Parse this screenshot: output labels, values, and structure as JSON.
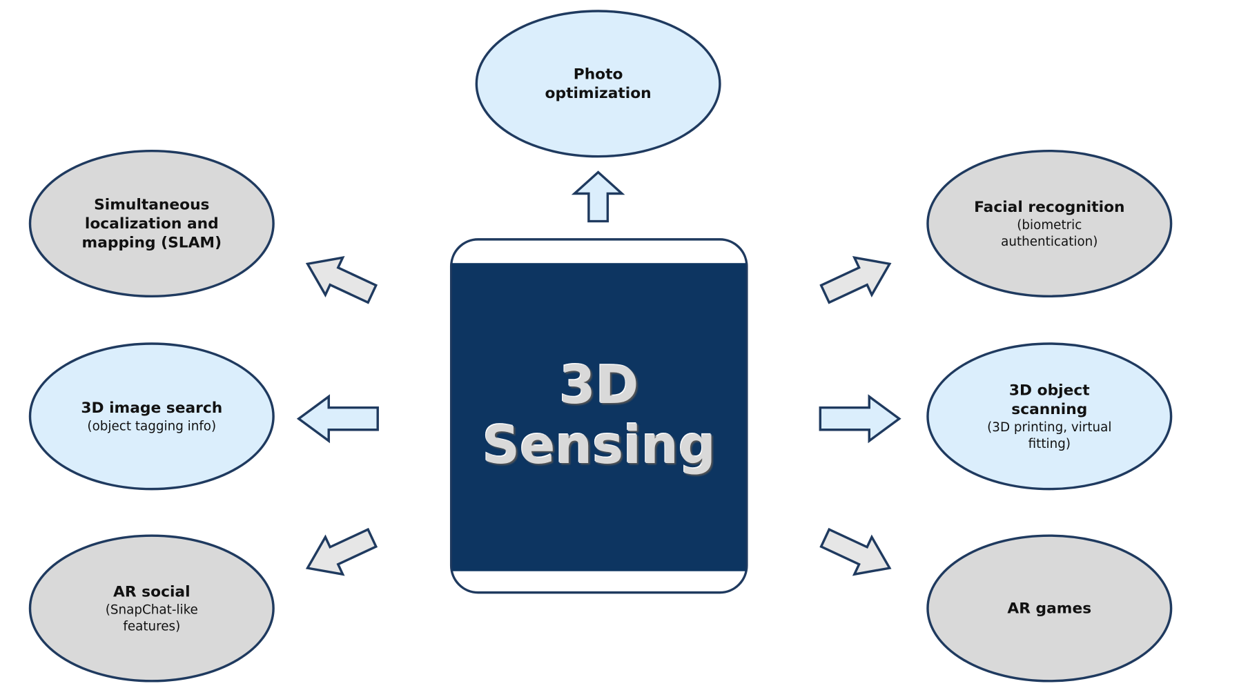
{
  "center": {
    "line1": "3D",
    "line2": "Sensing"
  },
  "nodes": {
    "photo": {
      "title": "Photo optimization",
      "sub": ""
    },
    "slam": {
      "title": "Simultaneous localization and mapping (SLAM)",
      "sub": ""
    },
    "facial": {
      "title": "Facial recognition",
      "sub": "(biometric authentication)"
    },
    "image_search": {
      "title": "3D image search",
      "sub": "(object tagging info)"
    },
    "object_scan": {
      "title": "3D object scanning",
      "sub": "(3D printing, virtual fitting)"
    },
    "ar_social": {
      "title": "AR social",
      "sub": "(SnapChat-like features)"
    },
    "ar_games": {
      "title": "AR games",
      "sub": ""
    }
  },
  "colors": {
    "blue_fill": "#dbeefc",
    "gray_fill": "#d9d9d9",
    "border": "#1f3a5f",
    "phone": "#0d3561"
  }
}
